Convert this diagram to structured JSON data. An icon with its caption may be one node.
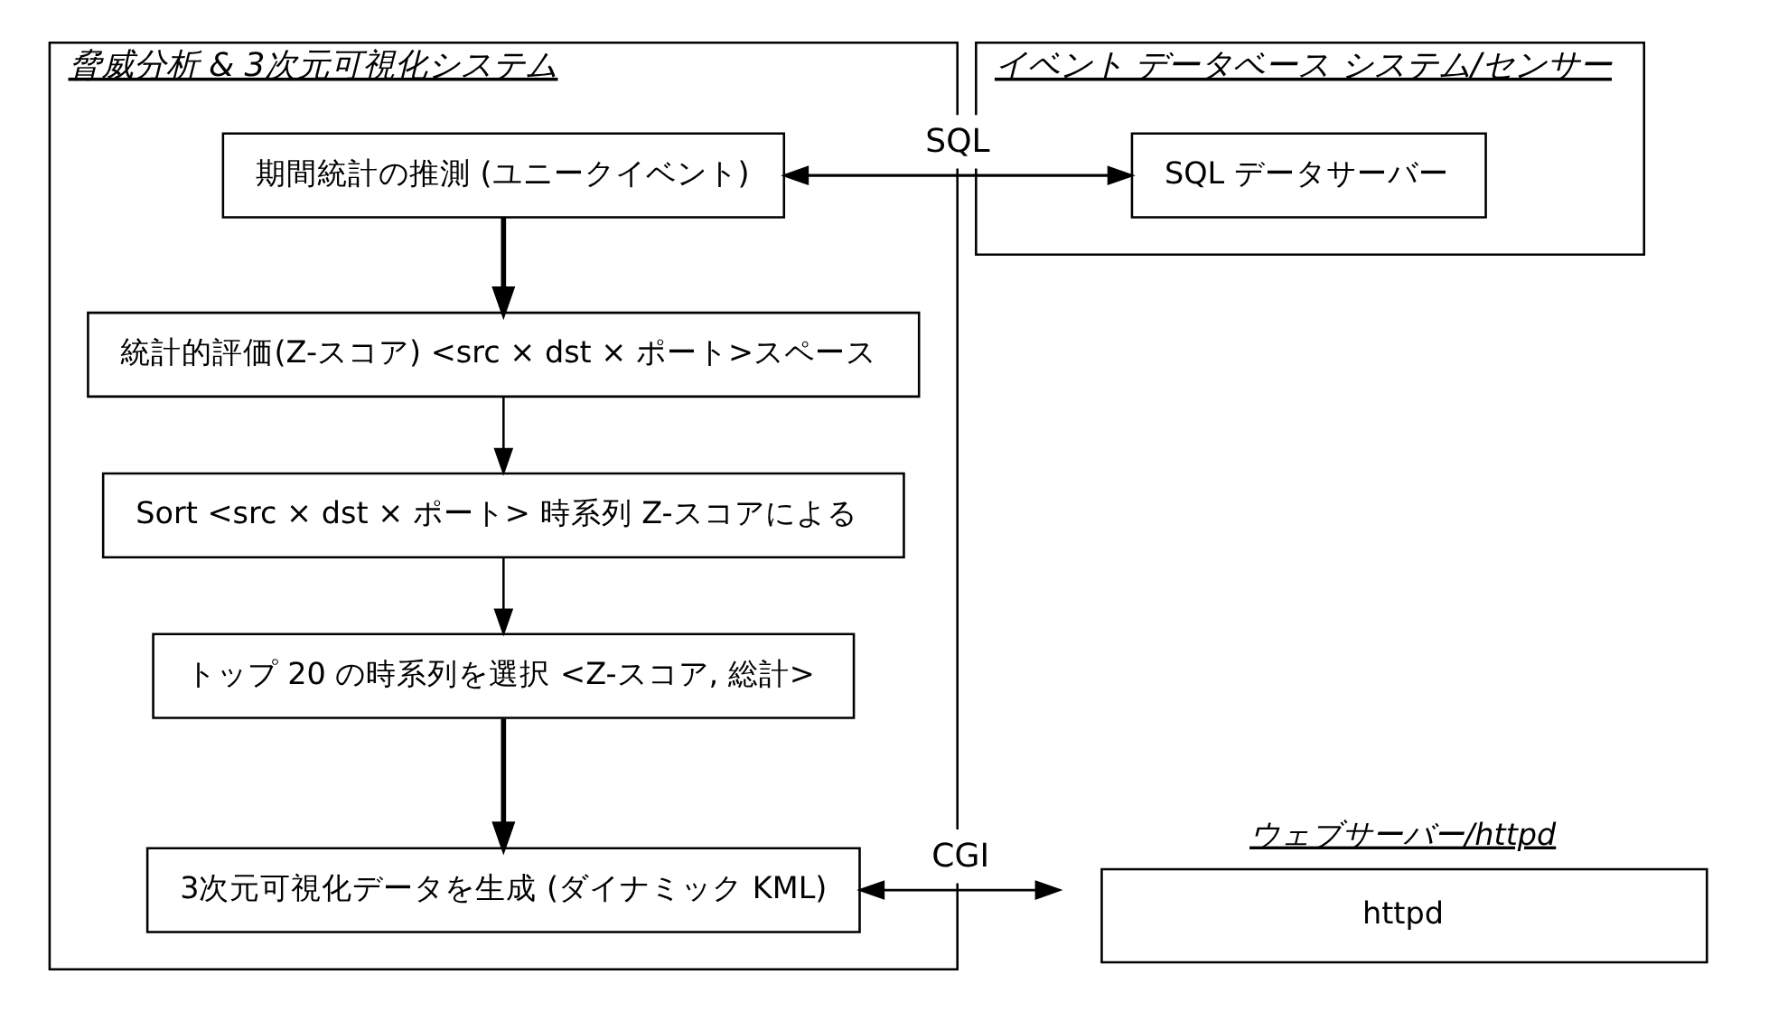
{
  "diagram": {
    "nodes": [
      {
        "text": [
          "脅威分析 & 3次元可視化システム"
        ]
      },
      {
        "text": [
          "期間統計の推測 (ユニークイベント)"
        ],
        "in": 0
      },
      {
        "text": [
          "統計的評価(Z-スコア) <src × dst × ポート>スペース"
        ],
        "in": 0
      },
      {
        "text": [
          "Sort <src × dst × ポート> 時系列 Z-スコアによる"
        ],
        "in": 0
      },
      {
        "text": [
          "トップ 20 の時系列を選択 <Z-スコア, 総計>"
        ],
        "in": 0
      },
      {
        "text": [
          "3次元可視化データを生成 (ダイナミック KML)"
        ],
        "in": 0
      },
      {
        "text": [
          "イベント データベース システム/センサー"
        ]
      },
      {
        "text": [
          "SQL データサーバー"
        ],
        "in": 6
      },
      {
        "text": [
          "ウェブサーバー/httpd",
          "httpd"
        ]
      }
    ],
    "edges": [
      {
        "from": 1,
        "to": 7,
        "arrow": "to",
        "label": "SQL"
      },
      {
        "from": 7,
        "to": 1,
        "arrow": "to"
      },
      {
        "from": 1,
        "to": 2,
        "arrow": "to",
        "style": "thick"
      },
      {
        "from": 2,
        "to": 3,
        "arrow": "to"
      },
      {
        "from": 3,
        "to": 4,
        "arrow": "to"
      },
      {
        "from": 4,
        "to": 5,
        "arrow": "to",
        "style": "thick"
      },
      {
        "from": 5,
        "to": 8,
        "arrow": "both",
        "label": "CGI"
      }
    ]
  }
}
